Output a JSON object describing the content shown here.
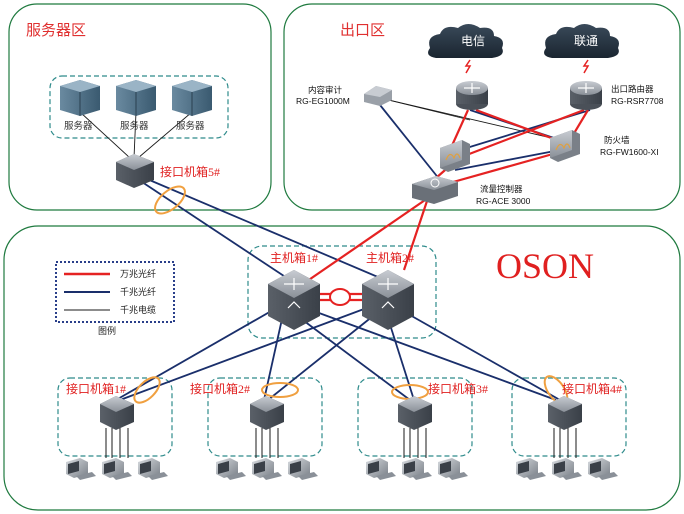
{
  "zones": {
    "server": "服务器区",
    "exit": "出口区"
  },
  "network_name": "OSON",
  "clouds": {
    "telecom": "电信",
    "unicom": "联通"
  },
  "servers": [
    "服务器",
    "服务器",
    "服务器"
  ],
  "devices": {
    "audit_name": "内容审计",
    "audit_model": "RG-EG1000M",
    "router_name": "出口路由器",
    "router_model": "RG-RSR7708",
    "firewall_name": "防火墙",
    "firewall_model": "RG-FW1600-XI",
    "flow_name": "流量控制器",
    "flow_model": "RG-ACE 3000"
  },
  "chassis": {
    "main1": "主机箱1#",
    "main2": "主机箱2#",
    "iface5": "接口机箱5#",
    "iface1": "接口机箱1#",
    "iface2": "接口机箱2#",
    "iface3": "接口机箱3#",
    "iface4": "接口机箱4#"
  },
  "legend": {
    "title": "图例",
    "items": [
      {
        "label": "万兆光纤",
        "color": "#e52222"
      },
      {
        "label": "千兆光纤",
        "color": "#1a2f6b"
      },
      {
        "label": "千兆电缆",
        "color": "#1a1a1a"
      }
    ]
  },
  "colors": {
    "zone_border": "#1f7a3f",
    "group_border": "#2e8b8b",
    "ten_gig": "#e52222",
    "gig_fiber": "#1a2f6b",
    "ellipse": "#f0a040"
  }
}
